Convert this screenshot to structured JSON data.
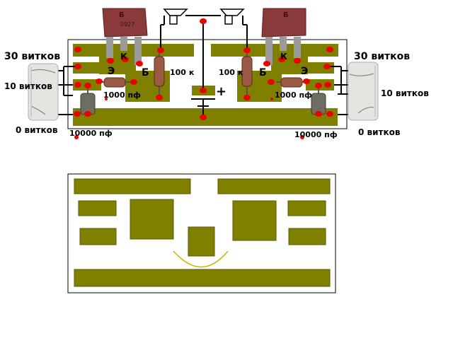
{
  "colors": {
    "pcb_pad": "#808000",
    "pad_border": "#5a5a00",
    "board_outline": "#000000",
    "node": "#ee0000",
    "wire": "#000000",
    "transistor_body": "#8b3a3a",
    "capacitor_body": "#6e6e60",
    "resistor_body": "#9a5a44",
    "arc": "#c8b400"
  },
  "icons": {
    "transistor": "transistor-icon",
    "speaker": "speaker-icon",
    "resistor": "resistor-icon",
    "capacitor": "capacitor-icon",
    "coil": "coil-icon",
    "battery": "battery-icon"
  },
  "labels": {
    "coil_left": {
      "turns_30": "30 витков",
      "turns_10": "10 витков",
      "turns_0": "0 витков"
    },
    "coil_right": {
      "turns_30": "30 витков",
      "turns_10": "10 витков",
      "turns_0": "0 витков"
    },
    "pins": {
      "emitter_left": "Э",
      "base_left": "Б",
      "collector_left": "К",
      "emitter_right": "Э",
      "base_right": "Б",
      "collector_right": "К"
    },
    "transistor_marking": {
      "type": "Б",
      "code": "0927"
    },
    "resistor_left": {
      "value": "100",
      "unit": "к"
    },
    "resistor_right": {
      "value": "100",
      "unit": "к"
    },
    "cap_small_left": "1000 пф",
    "cap_small_right": "1000 пф",
    "cap_big_left": "10000 пф",
    "cap_big_right": "10000 пф",
    "plus_sign": "+"
  }
}
